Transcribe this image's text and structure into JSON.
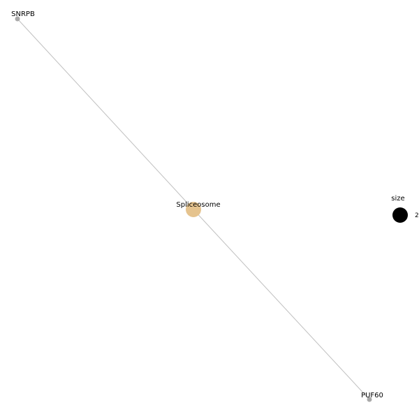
{
  "network": {
    "nodes": [
      {
        "id": "spliceosome",
        "label": "Spliceosome",
        "type": "pathway",
        "color": "#e5c38e"
      },
      {
        "id": "snrpb",
        "label": "SNRPB",
        "type": "gene",
        "color": "#a9a9a9"
      },
      {
        "id": "puf60",
        "label": "PUF60",
        "type": "gene",
        "color": "#a9a9a9"
      }
    ],
    "edges": [
      {
        "source": "spliceosome",
        "target": "snrpb",
        "color": "#c0c0c0"
      },
      {
        "source": "spliceosome",
        "target": "puf60",
        "color": "#c0c0c0"
      }
    ]
  },
  "legend": {
    "title": "size",
    "entries": [
      {
        "value": "2",
        "color": "#000000"
      }
    ]
  }
}
